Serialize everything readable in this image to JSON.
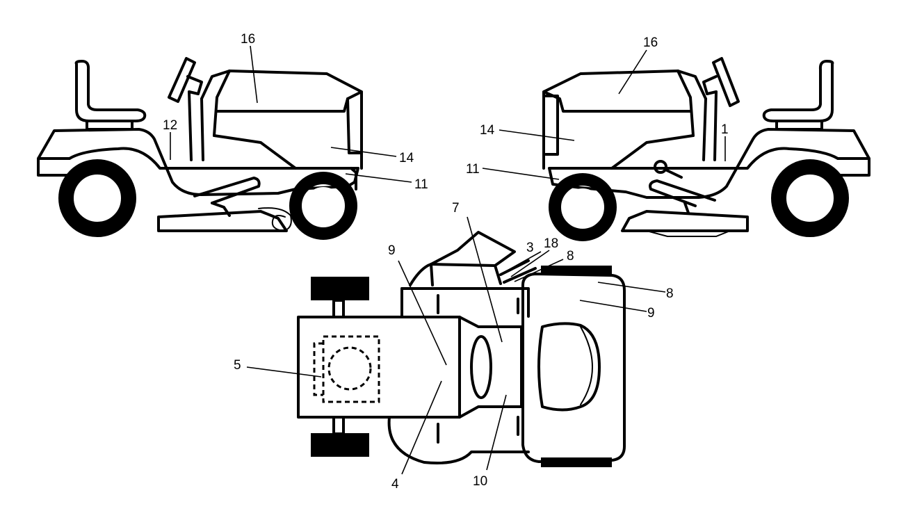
{
  "callouts": {
    "left_hood": "16",
    "left_frame": "12",
    "left_side_panel": "14",
    "left_front_skirt": "11",
    "right_hood": "16",
    "right_side_panel": "14",
    "right_frame": "1",
    "right_front_skirt": "11",
    "top_chute_3": "3",
    "top_chute_18": "18",
    "top_chute_8": "8",
    "top_dash": "7",
    "top_fender_9": "9",
    "top_hood_8": "8",
    "top_hood_9": "9",
    "top_rear_5": "5",
    "top_seat_4": "4",
    "top_panel_10": "10"
  }
}
